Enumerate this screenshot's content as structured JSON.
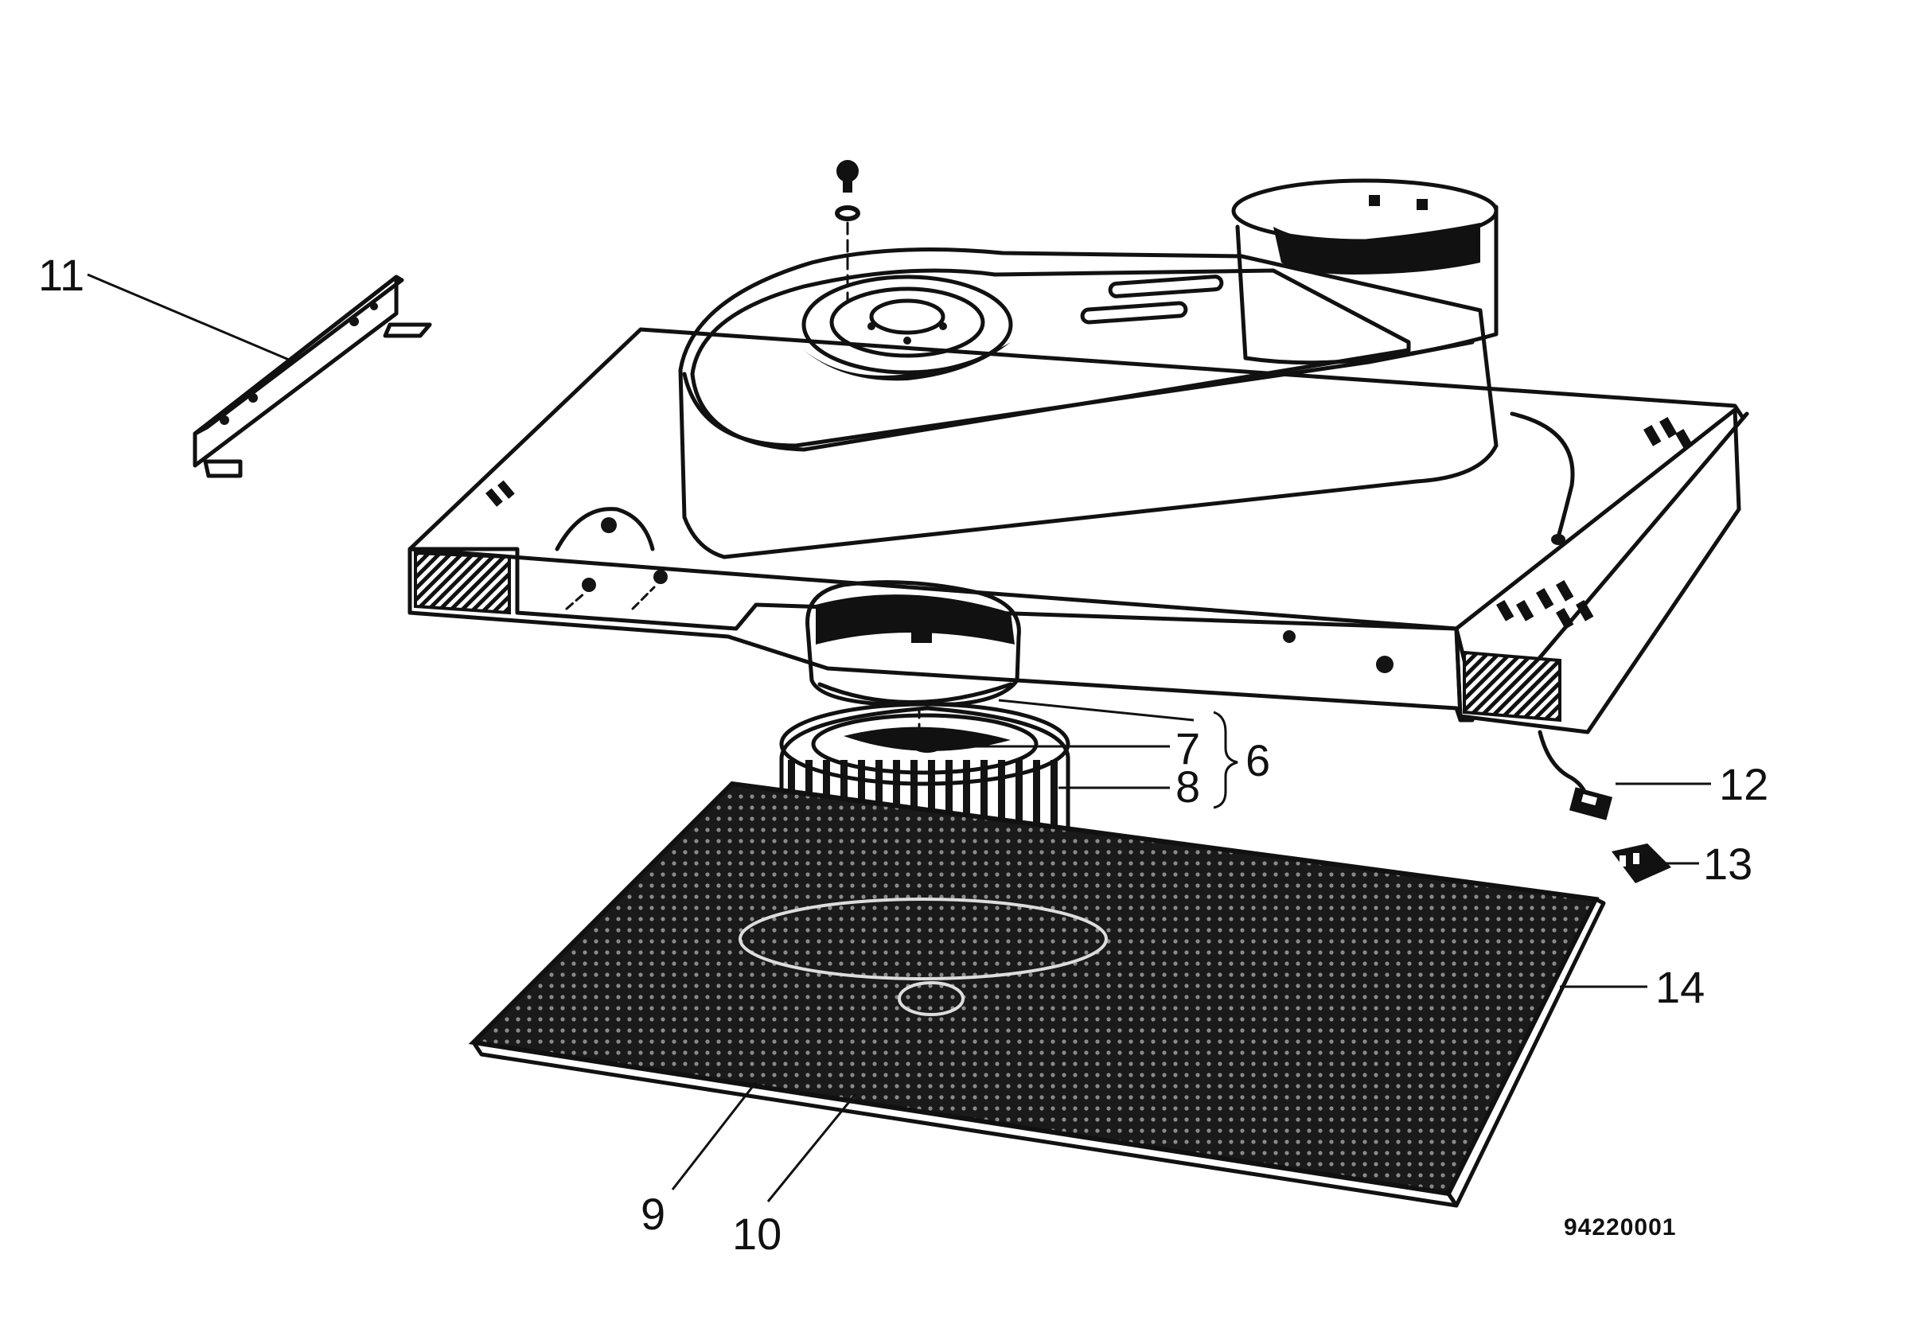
{
  "callouts": {
    "c6": "6",
    "c7": "7",
    "c8": "8",
    "c9": "9",
    "c10": "10",
    "c11": "11",
    "c12": "12",
    "c13": "13",
    "c14": "14"
  },
  "drawing_code": "94220001"
}
